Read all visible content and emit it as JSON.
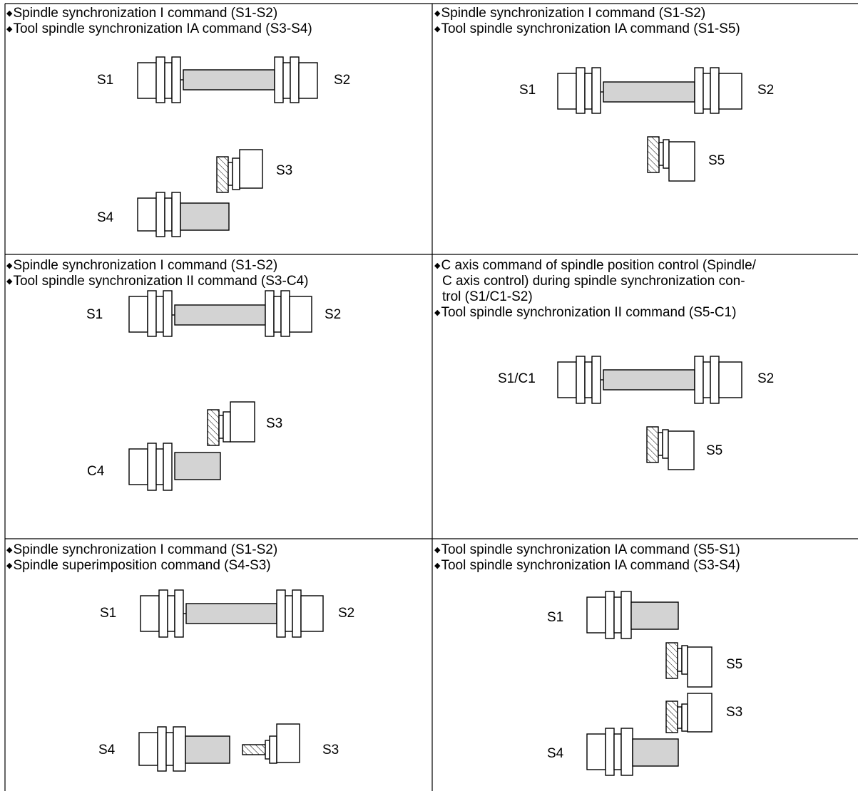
{
  "colors": {
    "line": "#000000",
    "shaft": "#d3d3d3",
    "background": "#ffffff"
  },
  "bullet_icon": "diamond-bullet",
  "cells": [
    {
      "lines": [
        "Spindle synchronization I command (S1-S2)",
        "Tool spindle synchronization IA command (S3-S4)"
      ],
      "labels": {
        "a": "S1",
        "b": "S2",
        "c": "S3",
        "d": "S4"
      }
    },
    {
      "lines": [
        "Spindle synchronization I command (S1-S2)",
        "Tool spindle synchronization IA command (S1-S5)"
      ],
      "labels": {
        "a": "S1",
        "b": "S2",
        "c": "S5"
      }
    },
    {
      "lines": [
        "Spindle synchronization I command (S1-S2)",
        "Tool spindle synchronization II command (S3-C4)"
      ],
      "labels": {
        "a": "S1",
        "b": "S2",
        "c": "S3",
        "d": "C4"
      }
    },
    {
      "lines": [
        "C axis command of spindle position control (Spindle/",
        "C axis control) during spindle synchronization con-",
        "trol (S1/C1-S2)",
        "Tool spindle synchronization II command (S5-C1)"
      ],
      "labels": {
        "a": "S1/C1",
        "b": "S2",
        "c": "S5"
      }
    },
    {
      "lines": [
        "Spindle synchronization I command (S1-S2)",
        "Spindle superimposition command (S4-S3)"
      ],
      "labels": {
        "a": "S1",
        "b": "S2",
        "c": "S4",
        "d": "S3"
      }
    },
    {
      "lines": [
        "Tool spindle synchronization IA command (S5-S1)",
        "Tool spindle synchronization IA command (S3-S4)"
      ],
      "labels": {
        "a": "S1",
        "b": "S5",
        "c": "S3",
        "d": "S4"
      }
    }
  ]
}
